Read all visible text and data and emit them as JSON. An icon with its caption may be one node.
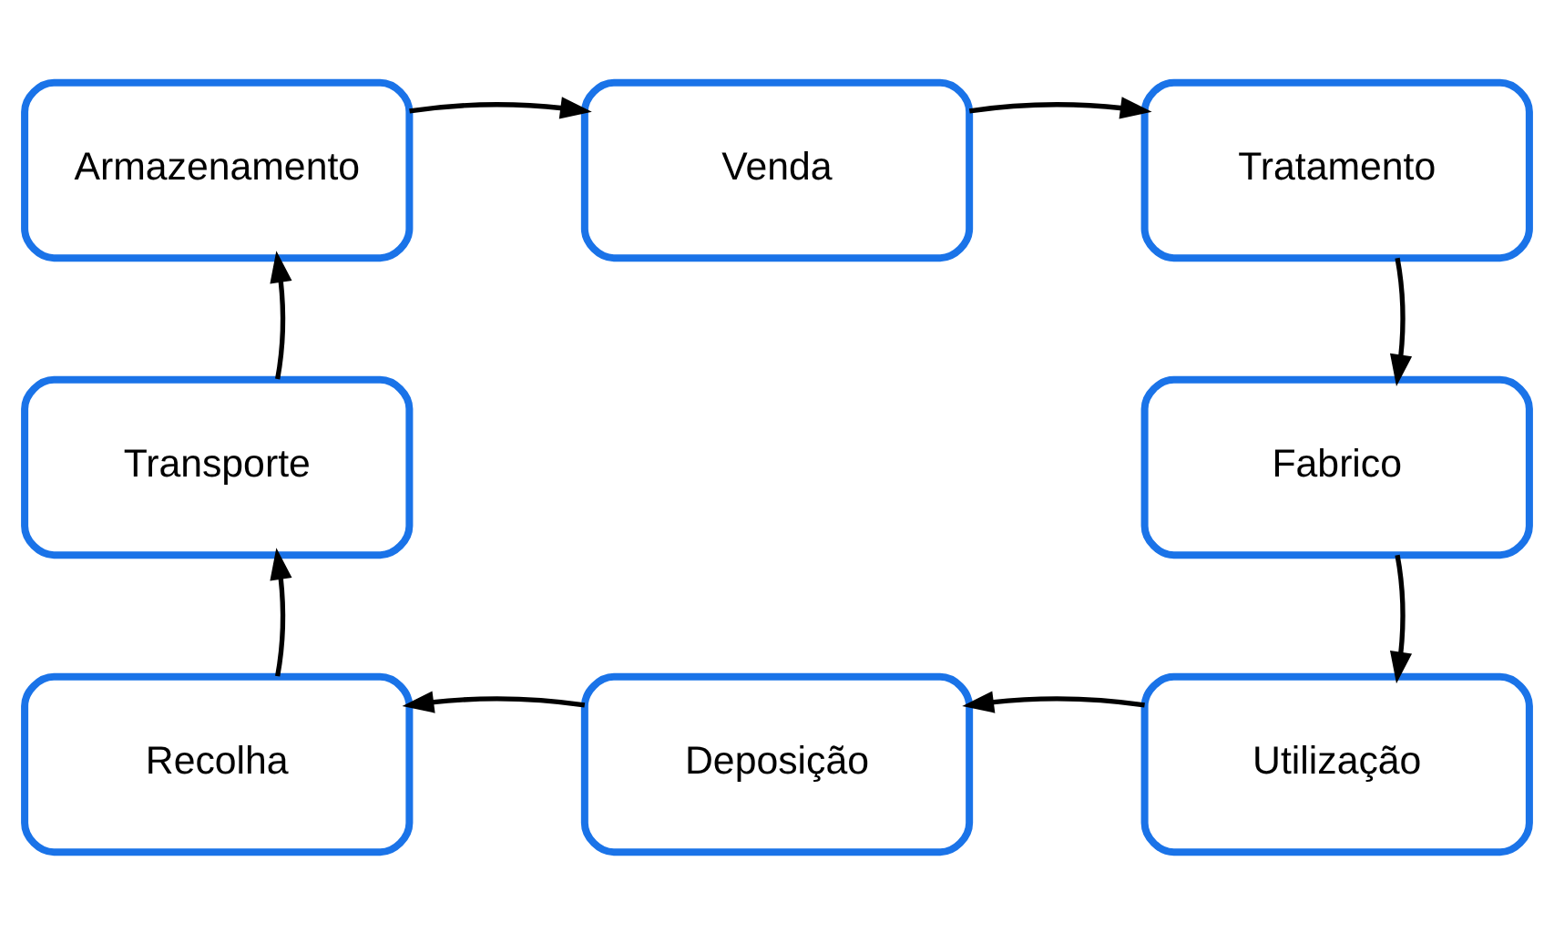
{
  "diagram": {
    "nodes": [
      {
        "text": [
          "Armazenamento"
        ]
      },
      {
        "text": [
          "Venda"
        ]
      },
      {
        "text": [
          "Tratamento"
        ]
      },
      {
        "text": [
          "Fabrico"
        ]
      },
      {
        "text": [
          "Utilização"
        ]
      },
      {
        "text": [
          "Deposição"
        ]
      },
      {
        "text": [
          "Recolha"
        ]
      },
      {
        "text": [
          "Transporte"
        ]
      }
    ],
    "edges": [
      {
        "from": 0,
        "to": 1,
        "arrow": "to"
      },
      {
        "from": 1,
        "to": 2,
        "arrow": "to"
      },
      {
        "from": 2,
        "to": 3,
        "arrow": "to"
      },
      {
        "from": 3,
        "to": 4,
        "arrow": "to"
      },
      {
        "from": 4,
        "to": 5,
        "arrow": "to"
      },
      {
        "from": 5,
        "to": 6,
        "arrow": "to"
      },
      {
        "from": 6,
        "to": 7,
        "arrow": "to"
      },
      {
        "from": 7,
        "to": 0,
        "arrow": "to"
      }
    ]
  }
}
